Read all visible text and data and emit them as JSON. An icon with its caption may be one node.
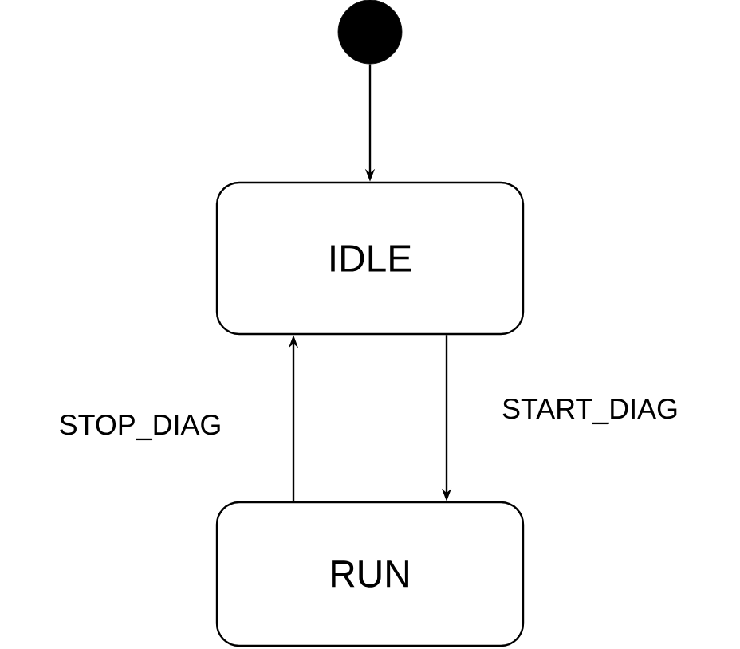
{
  "diagram": {
    "nodes": [
      {
        "text": [],
        "shape": "circle"
      },
      {
        "text": [
          "IDLE"
        ]
      },
      {
        "text": [
          "RUN"
        ]
      }
    ],
    "edges": [
      {
        "from": 0,
        "to": 1,
        "arrow": "to"
      },
      {
        "from": 1,
        "to": 2,
        "arrow": "to",
        "label": "START_DIAG"
      },
      {
        "from": 2,
        "to": 1,
        "arrow": "to",
        "label": "STOP_DIAG"
      }
    ]
  }
}
